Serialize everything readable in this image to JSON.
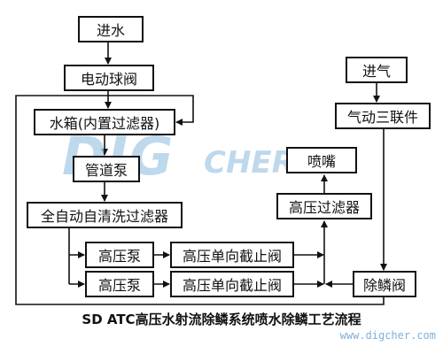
{
  "diagram": {
    "nodes": {
      "inflow": "进水",
      "ball_valve": "电动球阀",
      "tank": "水箱(内置过滤器)",
      "pipe_pump": "管道泵",
      "self_filter": "全自动自清洗过滤器",
      "hp_pump_1": "高压泵",
      "hp_valve_1": "高压单向截止阀",
      "hp_pump_2": "高压泵",
      "hp_valve_2": "高压单向截止阀",
      "air_in": "进气",
      "triplet": "气动三联件",
      "nozzle": "喷嘴",
      "hp_filter": "高压过滤器",
      "descaler": "除鳞阀"
    },
    "caption": "SD ATC高压水射流除鳞系统喷水除鳞工艺流程"
  },
  "watermark": {
    "main": "DIG",
    "sub": "CHER",
    "url": "www.digcher.com"
  },
  "colors": {
    "line": "#111111",
    "watermark": "#a9cbe6"
  }
}
